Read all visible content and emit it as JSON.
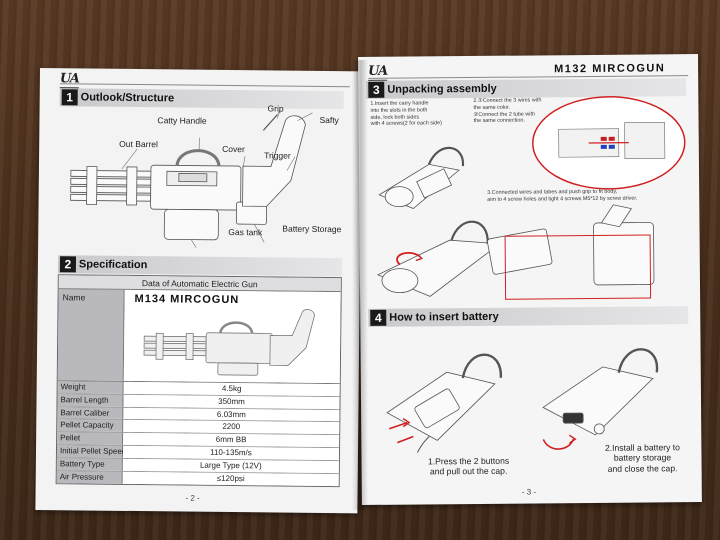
{
  "left_page": {
    "logo": "UA",
    "section1": {
      "number": "1",
      "title": "Outlook/Structure"
    },
    "parts": {
      "grip": "Grip",
      "safty": "Safty",
      "catty_handle": "Catty Handle",
      "cover": "Cover",
      "out_barrel": "Out Barrel",
      "trigger": "Trigger",
      "gas_tank": "Gas tank",
      "battery_storage": "Battery Storage"
    },
    "section2": {
      "number": "2",
      "title": "Specification"
    },
    "spec_table": {
      "title": "Data of Automatic Electric Gun",
      "name_label": "Name",
      "name_value": "M134 MIRCOGUN",
      "rows": [
        {
          "key": "Weight",
          "value": "4.5kg"
        },
        {
          "key": "Barrel Length",
          "value": "350mm"
        },
        {
          "key": "Barrel Caliber",
          "value": "6.03mm"
        },
        {
          "key": "Pellet Capacity",
          "value": "2200"
        },
        {
          "key": "Pellet",
          "value": "6mm BB"
        },
        {
          "key": "Initial Pellet Speed",
          "value": "110-135m/s"
        },
        {
          "key": "Battery Type",
          "value": "Large Type (12V)"
        },
        {
          "key": "Air Pressure",
          "value": "≤120psi"
        }
      ]
    },
    "page_number": "- 2 -"
  },
  "right_page": {
    "logo": "UA",
    "product_title": "M132 MIRCOGUN",
    "section3": {
      "number": "3",
      "title": "Unpacking assembly"
    },
    "step1_note": "1.Insert the carry handle\ninto the slots in the both\nside, lock both sides\nwith 4 screws(2 for each side)",
    "step2_note": "2.①Connect the 3 wires with\n   the same color.\n  ②Connect the 2 tube with\n   the same connection.",
    "step3_note": "3.Connected wires and tabes and push grip to fit body,\n  aim to 4 screw holes and tight 4 screws M5*12 by screw driver.",
    "section4": {
      "number": "4",
      "title": "How to insert battery"
    },
    "battery_step1": "1.Press the 2 buttons\nand pull out the cap.",
    "battery_step2": "2.Install a battery to\nbattery storage\nand close the cap.",
    "page_number": "- 3 -"
  },
  "colors": {
    "accent_red": "#d02020",
    "section_badge": "#1a1a1a",
    "table_label_bg": "#b9b9bd"
  }
}
